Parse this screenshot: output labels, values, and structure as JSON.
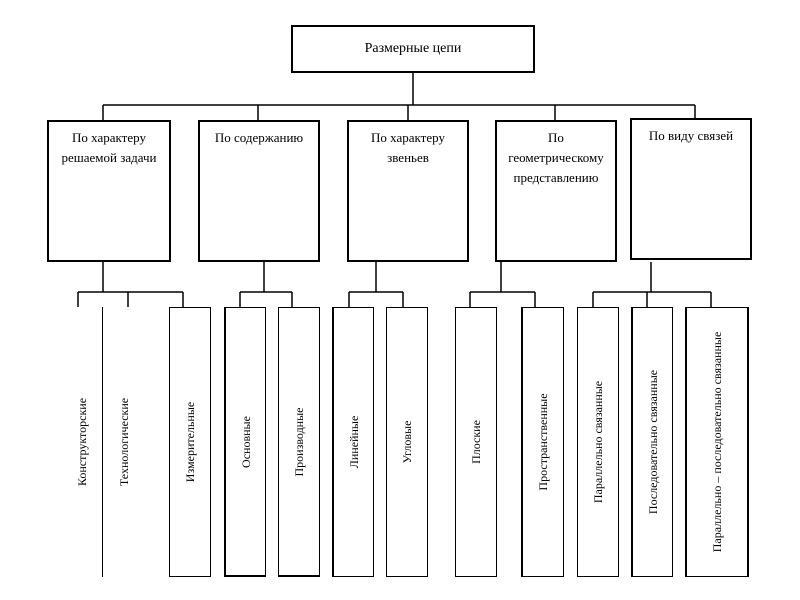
{
  "root": {
    "label": "Размерные цепи"
  },
  "categories": [
    {
      "label": "По характеру решаемой задачи"
    },
    {
      "label": "По содержанию"
    },
    {
      "label": "По характеру звеньев"
    },
    {
      "label": "По геометрическому представлению"
    },
    {
      "label": "По виду связей"
    }
  ],
  "leaves": [
    {
      "label": "Конструкторские"
    },
    {
      "label": "Технологические"
    },
    {
      "label": "Измерительные"
    },
    {
      "label": "Основные"
    },
    {
      "label": "Производные"
    },
    {
      "label": "Линейные"
    },
    {
      "label": "Угловые"
    },
    {
      "label": "Плоские"
    },
    {
      "label": "Пространственные"
    },
    {
      "label": "Параллельно связанные"
    },
    {
      "label": "Последовательно связанные"
    },
    {
      "label": "Параллельно – последовательно связанные"
    }
  ]
}
